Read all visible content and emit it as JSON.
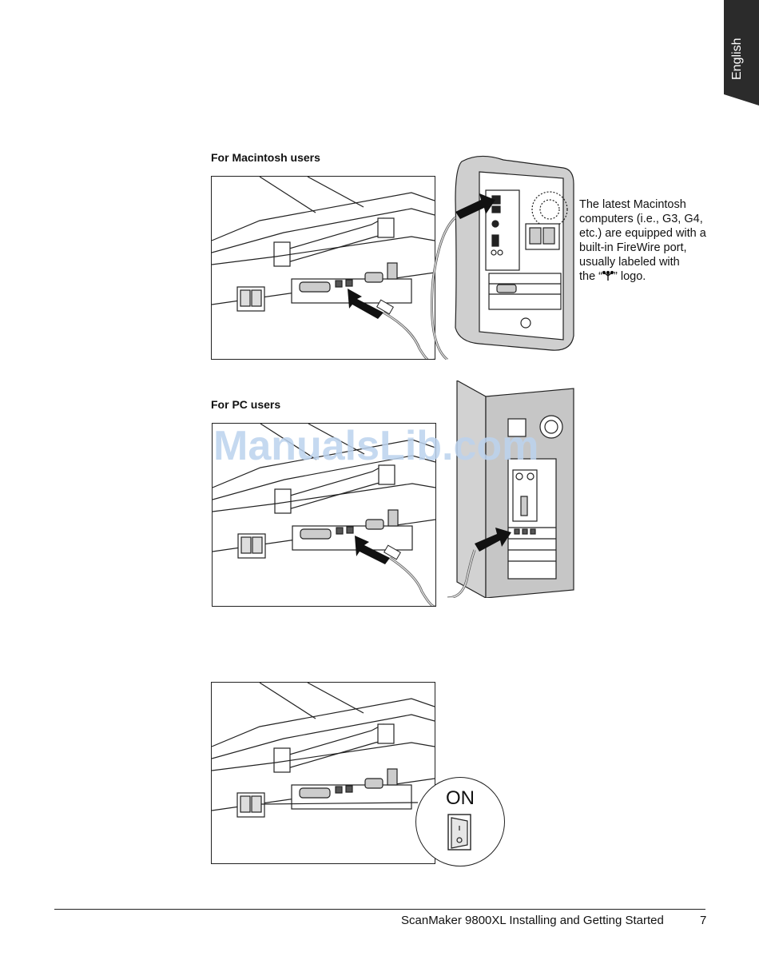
{
  "language_tab": "English",
  "sections": {
    "mac_heading": "For Macintosh users",
    "pc_heading": "For PC users"
  },
  "note": {
    "line1": "The latest Macintosh computers (i.e., G3, G4, etc.) are equipped with a built-in FireWire port, usually labeled with",
    "line2_prefix": "the “",
    "line2_suffix": "” logo."
  },
  "switch_label": "ON",
  "watermark": "ManualsLib.com",
  "footer": {
    "title": "ScanMaker 9800XL Installing and Getting Started",
    "page_number": "7"
  },
  "icons": {
    "firewire": "firewire-icon",
    "arrow": "insert-arrow-icon",
    "power": "power-switch-icon"
  }
}
